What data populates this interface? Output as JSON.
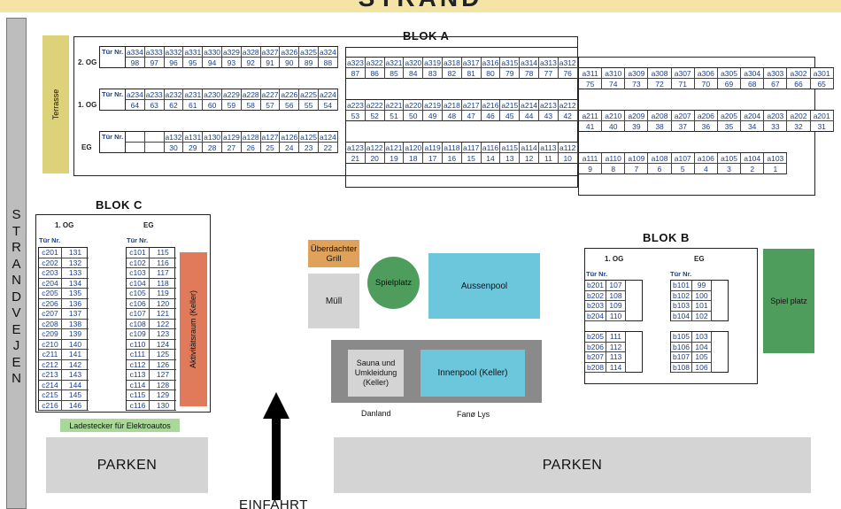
{
  "header_title": "STRAND",
  "strandvejen_letters": [
    "S",
    "T",
    "R",
    "A",
    "N",
    "D",
    "V",
    "E",
    "J",
    "E",
    "N"
  ],
  "blok_a": {
    "title": "BLOK A",
    "terrasse": "Terrasse",
    "tur_nr": "Tür Nr.",
    "floor_2og": "2. OG",
    "floor_1og": "1. OG",
    "floor_eg": "EG",
    "row_2og_a": {
      "doors": [
        "a334",
        "a333",
        "a332",
        "a331",
        "a330",
        "a329",
        "a328",
        "a327",
        "a326",
        "a325",
        "a324"
      ],
      "nums": [
        "98",
        "97",
        "96",
        "95",
        "94",
        "93",
        "92",
        "91",
        "90",
        "89",
        "88"
      ]
    },
    "row_2og_b": {
      "doors": [
        "a323",
        "a322",
        "a321",
        "a320",
        "a319",
        "a318",
        "a317",
        "a316",
        "a315",
        "a314",
        "a313",
        "a312"
      ],
      "nums": [
        "87",
        "86",
        "85",
        "84",
        "83",
        "82",
        "81",
        "80",
        "79",
        "78",
        "77",
        "76"
      ]
    },
    "row_2og_c": {
      "doors": [
        "a311",
        "a310",
        "a309",
        "a308",
        "a307",
        "a306",
        "a305",
        "a304",
        "a303",
        "a302",
        "a301"
      ],
      "nums": [
        "75",
        "74",
        "73",
        "72",
        "71",
        "70",
        "69",
        "68",
        "67",
        "66",
        "65"
      ]
    },
    "row_1og_a": {
      "doors": [
        "a234",
        "a233",
        "a232",
        "a231",
        "a230",
        "a229",
        "a228",
        "a227",
        "a226",
        "a225",
        "a224"
      ],
      "nums": [
        "64",
        "63",
        "62",
        "61",
        "60",
        "59",
        "58",
        "57",
        "56",
        "55",
        "54"
      ]
    },
    "row_1og_b": {
      "doors": [
        "a223",
        "a222",
        "a221",
        "a220",
        "a219",
        "a218",
        "a217",
        "a216",
        "a215",
        "a214",
        "a213",
        "a212"
      ],
      "nums": [
        "53",
        "52",
        "51",
        "50",
        "49",
        "48",
        "47",
        "46",
        "45",
        "44",
        "43",
        "42"
      ]
    },
    "row_1og_c": {
      "doors": [
        "a211",
        "a210",
        "a209",
        "a208",
        "a207",
        "a206",
        "a205",
        "a204",
        "a203",
        "a202",
        "a201"
      ],
      "nums": [
        "41",
        "40",
        "39",
        "38",
        "37",
        "36",
        "35",
        "34",
        "33",
        "32",
        "31"
      ]
    },
    "row_eg_a": {
      "doors": [
        "",
        "",
        "a132",
        "a131",
        "a130",
        "a129",
        "a128",
        "a127",
        "a126",
        "a125",
        "a124"
      ],
      "nums": [
        "",
        "",
        "30",
        "29",
        "28",
        "27",
        "26",
        "25",
        "24",
        "23",
        "22"
      ]
    },
    "row_eg_b": {
      "doors": [
        "a123",
        "a122",
        "a121",
        "a120",
        "a119",
        "a118",
        "a117",
        "a116",
        "a115",
        "a114",
        "a113",
        "a112"
      ],
      "nums": [
        "21",
        "20",
        "19",
        "18",
        "17",
        "16",
        "15",
        "14",
        "13",
        "12",
        "11",
        "10"
      ]
    },
    "row_eg_c": {
      "doors": [
        "a111",
        "a110",
        "a109",
        "a108",
        "a107",
        "a106",
        "a105",
        "a104",
        "a103"
      ],
      "nums": [
        "9",
        "8",
        "7",
        "6",
        "5",
        "4",
        "3",
        "2",
        "1"
      ]
    }
  },
  "blok_c": {
    "title": "BLOK C",
    "floor_1og": "1. OG",
    "floor_eg": "EG",
    "tur_nr": "Tür Nr.",
    "col_1og": [
      [
        "c201",
        "131"
      ],
      [
        "c202",
        "132"
      ],
      [
        "c203",
        "133"
      ],
      [
        "c204",
        "134"
      ],
      [
        "c205",
        "135"
      ],
      [
        "c206",
        "136"
      ],
      [
        "c207",
        "137"
      ],
      [
        "c208",
        "138"
      ],
      [
        "c209",
        "139"
      ],
      [
        "c210",
        "140"
      ],
      [
        "c211",
        "141"
      ],
      [
        "c212",
        "142"
      ],
      [
        "c213",
        "143"
      ],
      [
        "c214",
        "144"
      ],
      [
        "c215",
        "145"
      ],
      [
        "c216",
        "146"
      ]
    ],
    "col_eg": [
      [
        "c101",
        "115"
      ],
      [
        "c102",
        "116"
      ],
      [
        "c103",
        "117"
      ],
      [
        "c104",
        "118"
      ],
      [
        "c105",
        "119"
      ],
      [
        "c106",
        "120"
      ],
      [
        "c107",
        "121"
      ],
      [
        "c108",
        "122"
      ],
      [
        "c109",
        "123"
      ],
      [
        "c110",
        "124"
      ],
      [
        "c111",
        "125"
      ],
      [
        "c112",
        "126"
      ],
      [
        "c113",
        "127"
      ],
      [
        "c114",
        "128"
      ],
      [
        "c115",
        "129"
      ],
      [
        "c116",
        "130"
      ]
    ],
    "aktivitat": "Aktivitätsraum (Keller)"
  },
  "blok_b": {
    "title": "BLOK B",
    "floor_1og": "1. OG",
    "floor_eg": "EG",
    "tur_nr": "Tür Nr.",
    "og_top": [
      [
        "b201",
        "107"
      ],
      [
        "b202",
        "108"
      ],
      [
        "b203",
        "109"
      ],
      [
        "b204",
        "110"
      ]
    ],
    "og_bottom": [
      [
        "b205",
        "111"
      ],
      [
        "b206",
        "112"
      ],
      [
        "b207",
        "113"
      ],
      [
        "b208",
        "114"
      ]
    ],
    "eg_top": [
      [
        "b101",
        "99"
      ],
      [
        "b102",
        "100"
      ],
      [
        "b103",
        "101"
      ],
      [
        "b104",
        "102"
      ]
    ],
    "eg_bottom": [
      [
        "b105",
        "103"
      ],
      [
        "b106",
        "104"
      ],
      [
        "b107",
        "105"
      ],
      [
        "b108",
        "106"
      ]
    ]
  },
  "facilities": {
    "grill": "Überdachter Grill",
    "mull": "Müll",
    "spielplatz": "Spielplatz",
    "aussenpool": "Aussenpool",
    "sauna": "Sauna und Umkleidung (Keller)",
    "innenpool": "Innenpool (Keller)",
    "danland": "Danland",
    "fano_lys": "Fanø Lys",
    "spiel_platz": "Spiel platz",
    "ladestecker": "Ladestecker für Elektroautos",
    "parken_left": "PARKEN",
    "parken_right": "PARKEN",
    "einfahrt": "EINFAHRT"
  },
  "colors": {
    "terrasse": "#ddd27a",
    "grill": "#e0a25a",
    "green": "#4f9d5c",
    "pool": "#6cc7dd",
    "orange": "#e07a5a",
    "grey": "#d4d4d4",
    "ladestecker": "#a9d89a",
    "road": "#bdbdbd",
    "header": "#f4e4a6"
  }
}
